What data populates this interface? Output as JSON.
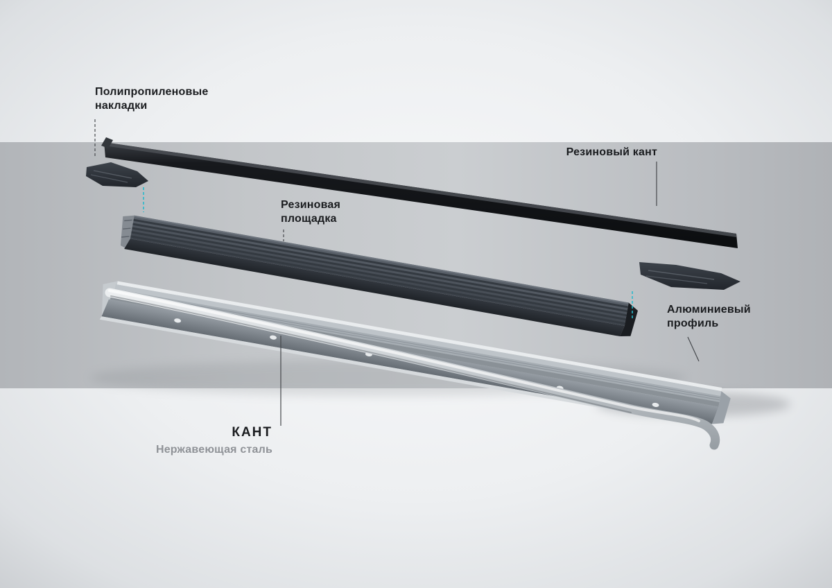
{
  "labels": {
    "pp_caps": {
      "line1": "Полипропиленовые",
      "line2": "накладки"
    },
    "rubber_edge": {
      "text": "Резиновый кант"
    },
    "rubber_pad": {
      "line1": "Резиновая",
      "line2": "площадка"
    },
    "aluminum_profile": {
      "line1": "Алюминиевый",
      "line2": "профиль"
    },
    "kant": {
      "title": "КАНТ",
      "subtitle": "Нержавеющая сталь"
    }
  },
  "colors": {
    "accent_cyan": "#2ab9cb",
    "label_dark": "#1a1c1f",
    "label_gray": "#8f9297",
    "band_gray": "#bcbfc3",
    "rubber_black": "#141619",
    "pad_gray": "#4a5159",
    "aluminum_gray": "#a6adb3",
    "steel_silver": "#c9ced2"
  }
}
